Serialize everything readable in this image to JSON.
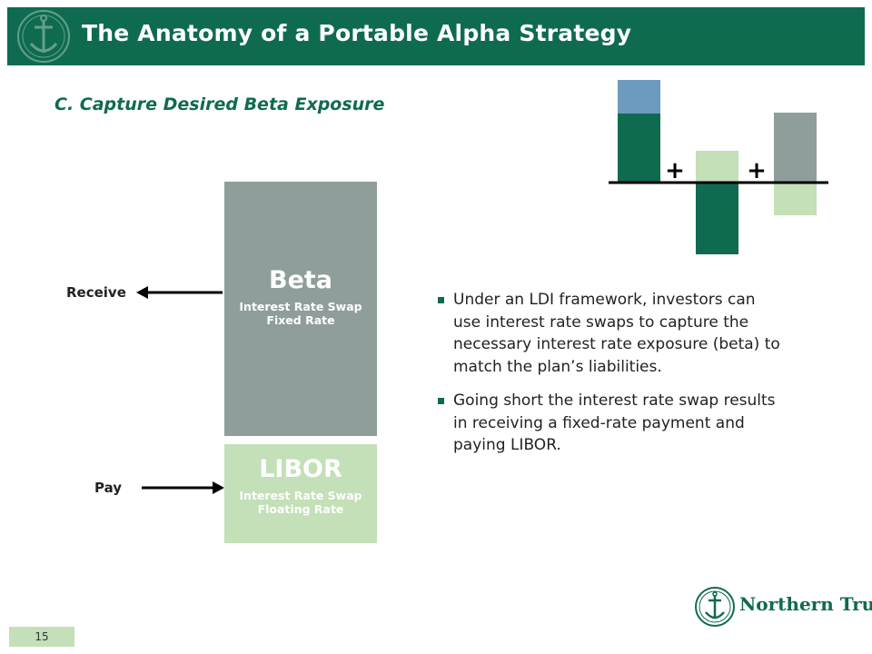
{
  "header": {
    "title": "The Anatomy of a Portable Alpha Strategy",
    "background_color": "#0f6b4f",
    "logo_icon": "anchor-seal-icon"
  },
  "subtitle": "C. Capture Desired Beta Exposure",
  "diagram": {
    "beta": {
      "title": "Beta",
      "line1": "Interest Rate Swap",
      "line2": "Fixed Rate",
      "color": "#8f9e9b"
    },
    "libor": {
      "title": "LIBOR",
      "line1": "Interest Rate Swap",
      "line2": "Floating Rate",
      "color": "#c3e0b8"
    },
    "receive_label": "Receive",
    "pay_label": "Pay"
  },
  "bullets": [
    "Under an LDI framework, investors can use interest rate swaps to capture the necessary interest rate exposure (beta) to match the plan’s liabilities.",
    "Going short the interest rate swap results in receiving a fixed-rate payment and paying LIBOR."
  ],
  "mini_chart": {
    "plus_symbol": "+",
    "colors": {
      "dark_green": "#0f6b4f",
      "steel_blue": "#6d9bbf",
      "light_green": "#c3e0b8",
      "gray": "#8f9e9b"
    }
  },
  "footer": {
    "brand": "Northern Trust",
    "brand_icon": "northern-trust-logo-icon",
    "page_number": "15"
  }
}
